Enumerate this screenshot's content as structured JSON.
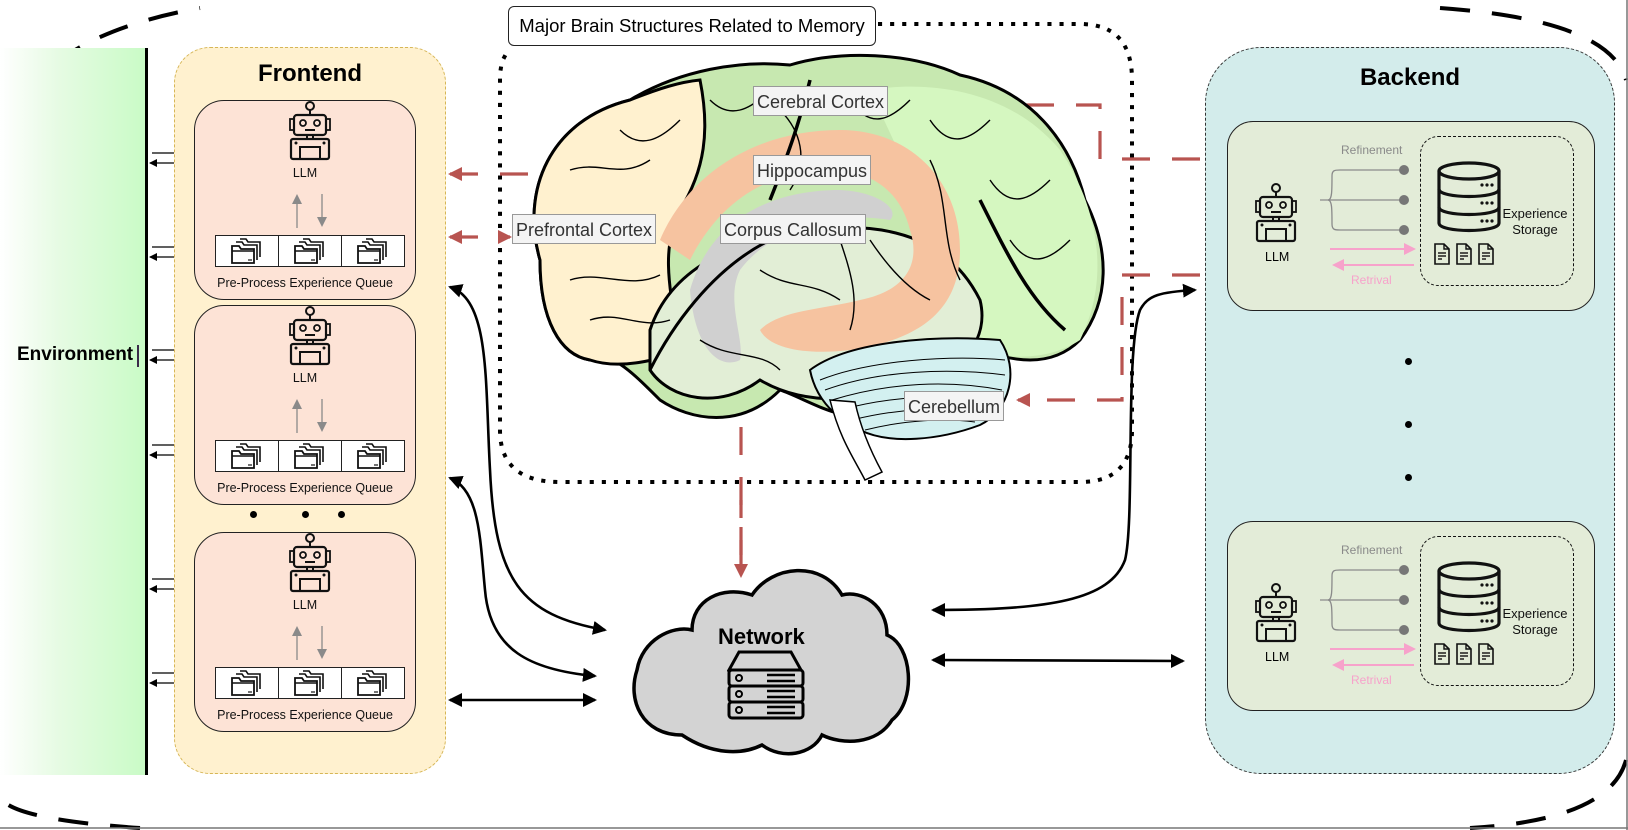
{
  "diagram": {
    "environment": {
      "label": "Environment"
    },
    "frontend": {
      "title": "Frontend",
      "agents": [
        {
          "llm_label": "LLM",
          "queue_label": "Pre-Process Experience Queue",
          "queue_slots": 3
        },
        {
          "llm_label": "LLM",
          "queue_label": "Pre-Process Experience Queue",
          "queue_slots": 3
        },
        {
          "llm_label": "LLM",
          "queue_label": "Pre-Process Experience Queue",
          "queue_slots": 3
        }
      ],
      "ellipsis": "• • •"
    },
    "brain": {
      "title": "Major Brain Structures Related to Memory",
      "regions": [
        {
          "name": "Cerebral Cortex",
          "color": "#c7e8b0"
        },
        {
          "name": "Hippocampus",
          "color": "#f6c3a0"
        },
        {
          "name": "Prefrontal Cortex",
          "color": "#fff1cf"
        },
        {
          "name": "Corpus Callosum",
          "color": "#d0d0d0"
        },
        {
          "name": "Cerebellum",
          "color": "#d3f0f0"
        }
      ]
    },
    "network": {
      "label": "Network"
    },
    "backend": {
      "title": "Backend",
      "nodes": [
        {
          "llm_label": "LLM",
          "refinement_label": "Refinement",
          "retrieval_label": "Retrival",
          "storage_label_line1": "Experience",
          "storage_label_line2": "Storage"
        },
        {
          "llm_label": "LLM",
          "refinement_label": "Refinement",
          "retrieval_label": "Retrival",
          "storage_label_line1": "Experience",
          "storage_label_line2": "Storage"
        }
      ]
    },
    "colors": {
      "memory_link": "#b85450",
      "refinement": "#8a8a8a",
      "retrieval": "#f7a2cb",
      "frontend_fill": "#fff1cf",
      "frontend_border": "#d6b656",
      "agent_fill": "#fde3d6",
      "backend_fill": "#d3eceb",
      "backend_card_fill": "#e3ecd8",
      "network_fill": "#d3d3d3"
    }
  }
}
